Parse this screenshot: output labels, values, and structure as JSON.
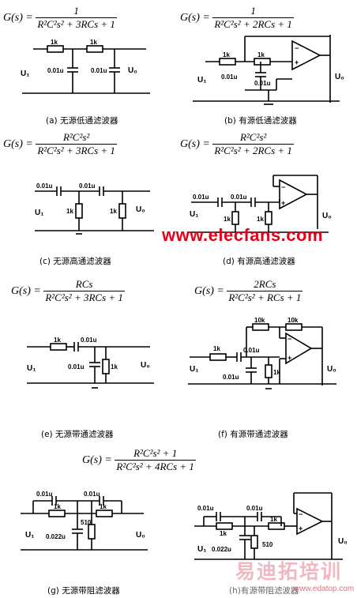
{
  "panels": [
    {
      "id": "a",
      "formula": {
        "lhs": "G(s) =",
        "num": "1",
        "den": "R²C²s² + 3RCs + 1"
      },
      "caption": "(a) 无源低通滤波器",
      "labels": {
        "r1": "1k",
        "r2": "1k",
        "c1": "0.01u",
        "c2": "0.01u",
        "in": "U₁",
        "out": "U₀"
      }
    },
    {
      "id": "b",
      "formula": {
        "lhs": "G(s) =",
        "num": "1",
        "den": "R²C²s² + 2RCs + 1"
      },
      "caption": "(b) 有源低通滤波器",
      "labels": {
        "r1": "1k",
        "r2": "1k",
        "c1": "0.01u",
        "c2": "0.01u",
        "in": "U₁",
        "out": "U₀"
      }
    },
    {
      "id": "c",
      "formula": {
        "lhs": "G(s) =",
        "num": "R²C²s²",
        "den": "R²C²s² + 3RCs + 1"
      },
      "caption": "(c)  无源高通滤波器",
      "labels": {
        "c1": "0.01u",
        "c2": "0.01u",
        "r1": "1k",
        "r2": "1k",
        "in": "U₁",
        "out": "U₀"
      }
    },
    {
      "id": "d",
      "formula": {
        "lhs": "G(s) =",
        "num": "R²C²s²",
        "den": "R²C²s² + 2RCs + 1"
      },
      "caption": "(d) 有源高通滤波器",
      "labels": {
        "c1": "0.01u",
        "c2": "0.01u",
        "r1": "1k",
        "r2": "1k",
        "in": "U₁",
        "out": "U₀"
      }
    },
    {
      "id": "e",
      "formula": {
        "lhs": "G(s) =",
        "num": "RCs",
        "den": "R²C²s² + 3RCs + 1"
      },
      "caption": "(e) 无源带通滤波器",
      "labels": {
        "r1": "1k",
        "c1": "0.01u",
        "c2": "0.01u",
        "r2": "1k",
        "in": "U₁",
        "out": "U₀"
      }
    },
    {
      "id": "f",
      "formula": {
        "lhs": "G(s) =",
        "num": "2RCs",
        "den": "R²C²s² + RCs + 1"
      },
      "caption": "(f) 有源带通滤波器",
      "labels": {
        "r1": "1k",
        "c1": "0.01u",
        "c2": "0.01u",
        "r2": "1k",
        "r3": "10k",
        "r4": "10k",
        "in": "U₁",
        "out": "U₀"
      }
    },
    {
      "id": "g",
      "formula": {
        "lhs": "G(s) =",
        "num": "R²C²s² + 1",
        "den": "R²C²s² + 4RCs + 1"
      },
      "caption": "(g) 无源带阻滤波器",
      "labels": {
        "c1": "0.01u",
        "c2": "0.01u",
        "r1": "1k",
        "r2": "1k",
        "r3": "510",
        "c3": "0.022u",
        "in": "U₁",
        "out": "U₀"
      }
    },
    {
      "id": "h",
      "caption": "(h)有源带阻滤波器",
      "labels": {
        "c1": "0.01u",
        "c2": "0.01u",
        "r1": "1k",
        "r2": "1k",
        "r3": "510",
        "c3": "0.022u",
        "in": "U₁",
        "out": "U₀"
      }
    }
  ],
  "watermarks": {
    "elecfans": "www.elecfans.com",
    "peixun": "易迪拓培训",
    "peixun_sub": "www.edatop.com"
  },
  "colors": {
    "watermark_red": "#e8001a",
    "line": "#000000"
  }
}
